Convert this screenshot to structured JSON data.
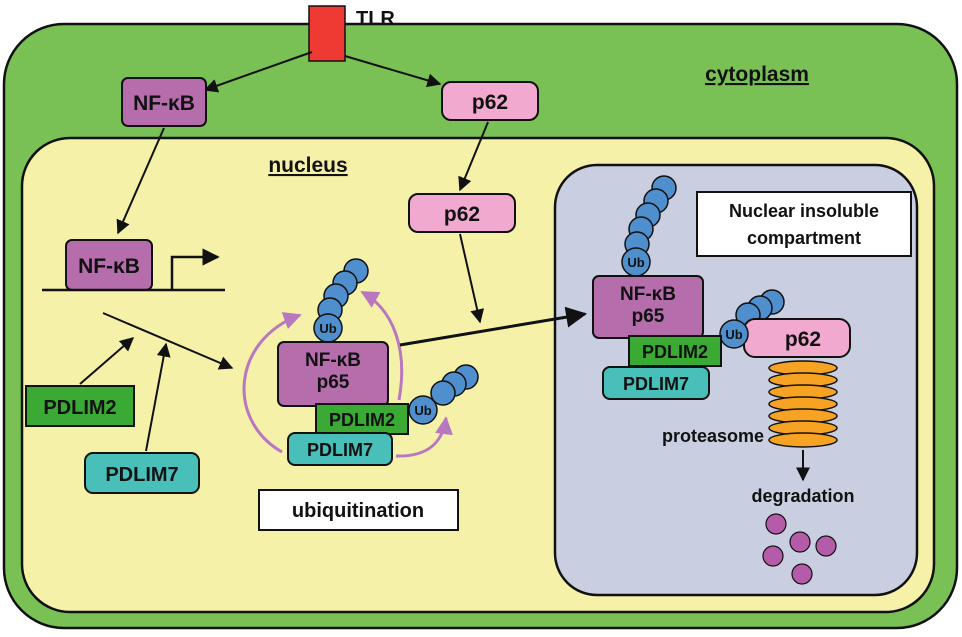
{
  "receptor": {
    "label": "TLR"
  },
  "compartments": {
    "cytoplasm": "cytoplasm",
    "nucleus": "nucleus",
    "insoluble": [
      "Nuclear insoluble",
      "compartment"
    ]
  },
  "boxes": {
    "nfkb_cyto": "NF-κB",
    "p62_cyto": "p62",
    "p62_nuc": "p62",
    "nfkb_gene": "NF-κB",
    "pdlim2_left": "PDLIM2",
    "pdlim7_left": "PDLIM7"
  },
  "complex_center": {
    "nfkb": [
      "NF-κB",
      "p65"
    ],
    "pdlim2": "PDLIM2",
    "pdlim7": "PDLIM7",
    "ub_a": "Ub",
    "ub_b": "Ub"
  },
  "process": {
    "ubiquitination": "ubiquitination"
  },
  "complex_right": {
    "nfkb": [
      "NF-κB",
      "p65"
    ],
    "pdlim2": "PDLIM2",
    "pdlim7": "PDLIM7",
    "p62": "p62",
    "ub_a": "Ub",
    "ub_b": "Ub"
  },
  "labels": {
    "proteasome": "proteasome",
    "degradation": "degradation"
  },
  "colors": {
    "cytoplasm": "#79c155",
    "nucleus": "#f6f1a8",
    "insoluble": "#c9cfe0",
    "tlr": "#ef3a34",
    "nfkb": "#b56dac",
    "p62": "#f1a9cf",
    "pdlim2": "#3aaa35",
    "pdlim7": "#48bfb9",
    "ubiquitin": "#4f8fce",
    "proteasome": "#f6a323",
    "fragment": "#b45ca9",
    "curve_arrow": "#b878c0"
  }
}
